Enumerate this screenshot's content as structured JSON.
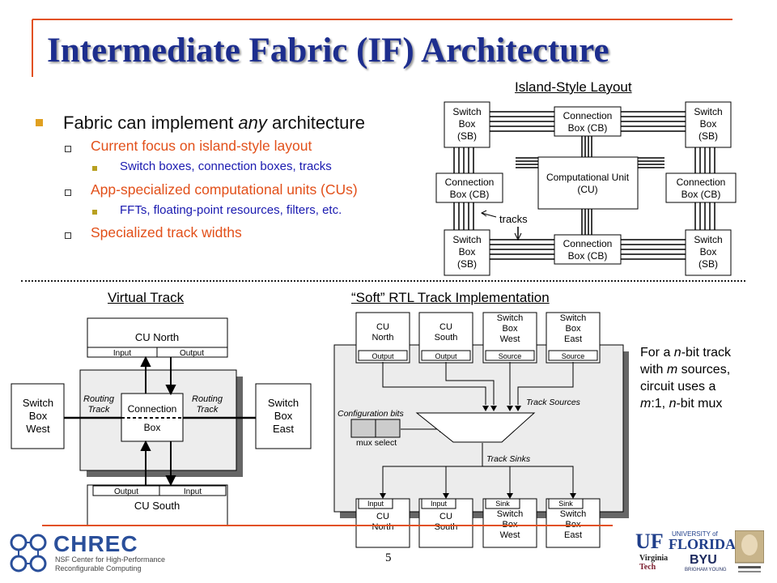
{
  "slide": {
    "title": "Intermediate Fabric (IF) Architecture",
    "page_number": "5",
    "accent_color": "#e2501a",
    "title_color": "#1d2e8e"
  },
  "bullets": {
    "l1": {
      "pre": "Fabric can implement ",
      "em": "any",
      "post": " architecture"
    },
    "b1": "Current focus on island-style layout",
    "b1a": "Switch boxes, connection boxes, tracks",
    "b2": "App-specialized  computational units (CUs)",
    "b2a": "FFTs, floating-point resources, filters, etc.",
    "b3": "Specialized track widths"
  },
  "island": {
    "heading": "Island-Style Layout",
    "tracks_label": "tracks",
    "sb_tl": [
      "Switch",
      "Box",
      "(SB)"
    ],
    "sb_tr": [
      "Switch",
      "Box",
      "(SB)"
    ],
    "sb_bl": [
      "Switch",
      "Box",
      "(SB)"
    ],
    "sb_br": [
      "Switch",
      "Box",
      "(SB)"
    ],
    "cb_top": [
      "Connection",
      "Box (CB)"
    ],
    "cb_bottom": [
      "Connection",
      "Box (CB)"
    ],
    "cb_left": [
      "Connection",
      "Box (CB)"
    ],
    "cb_right": [
      "Connection",
      "Box (CB)"
    ],
    "cu": [
      "Computational Unit",
      "(CU)"
    ]
  },
  "virtual": {
    "heading": "Virtual Track",
    "cu_north": "CU North",
    "cu_south": "CU South",
    "input": "Input",
    "output": "Output",
    "sb_west": [
      "Switch",
      "Box",
      "West"
    ],
    "sb_east": [
      "Switch",
      "Box",
      "East"
    ],
    "routing_track": [
      "Routing",
      "Track"
    ],
    "connection": "Connection",
    "box": "Box"
  },
  "soft": {
    "heading": "“Soft” RTL Track Implementation",
    "top_boxes": [
      {
        "lines": [
          "CU",
          "North"
        ],
        "port": "Output"
      },
      {
        "lines": [
          "CU",
          "South"
        ],
        "port": "Output"
      },
      {
        "lines": [
          "Switch",
          "Box",
          "West"
        ],
        "port": "Source"
      },
      {
        "lines": [
          "Switch",
          "Box",
          "East"
        ],
        "port": "Source"
      }
    ],
    "bottom_boxes": [
      {
        "lines": [
          "CU",
          "North"
        ],
        "port": "Input"
      },
      {
        "lines": [
          "CU",
          "South"
        ],
        "port": "Input"
      },
      {
        "lines": [
          "Switch",
          "Box",
          "West"
        ],
        "port": "Sink"
      },
      {
        "lines": [
          "Switch",
          "Box",
          "East"
        ],
        "port": "Sink"
      }
    ],
    "config_bits": "Configuration bits",
    "mux_select": "mux select",
    "track_sources": "Track Sources",
    "track_sinks": "Track Sinks"
  },
  "note": {
    "line1": {
      "pre": "For a ",
      "em": "n",
      "post": "-bit track"
    },
    "line2": {
      "pre": "with ",
      "em": "m",
      "post": " sources,"
    },
    "line3": "circuit uses a",
    "line4": {
      "em1": "m",
      "mid": ":1, ",
      "em2": "n",
      "post": "-bit mux"
    }
  },
  "footer": {
    "chrec": "CHREC",
    "chrec_sub1": "NSF Center for High-Performance",
    "chrec_sub2": "Reconfigurable Computing",
    "uf": "UF",
    "uf_univ": "UNIVERSITY of",
    "uf_florida": "FLORIDA",
    "vt": "Virginia",
    "vt2": "Tech",
    "byu": "BYU",
    "byu_sub": "BRIGHAM YOUNG"
  }
}
